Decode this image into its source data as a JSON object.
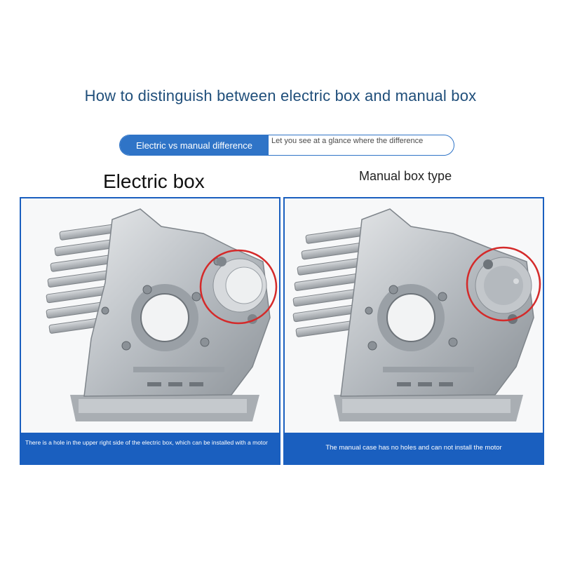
{
  "header": {
    "title": "How to distinguish between electric box and manual box"
  },
  "banner": {
    "left_label": "Electric vs manual difference",
    "right_label": "Let you see at a glance where the difference",
    "accent_color": "#2f74c7"
  },
  "panels": [
    {
      "label": "Electric box",
      "caption": "There is a hole in the upper right side of the electric box, which can be installed with a motor",
      "image": "engine-crankcase-with-hole-photo",
      "highlight": "red-circle-hole"
    },
    {
      "label": "Manual box type",
      "caption": "The manual case has no holes and can not install the motor",
      "image": "engine-crankcase-no-hole-photo",
      "highlight": "red-circle-no-hole"
    }
  ],
  "colors": {
    "panel_border": "#1a5fbf",
    "caption_bg": "#1a5fbf",
    "highlight": "#d42a2a",
    "title": "#1f4e7a"
  }
}
